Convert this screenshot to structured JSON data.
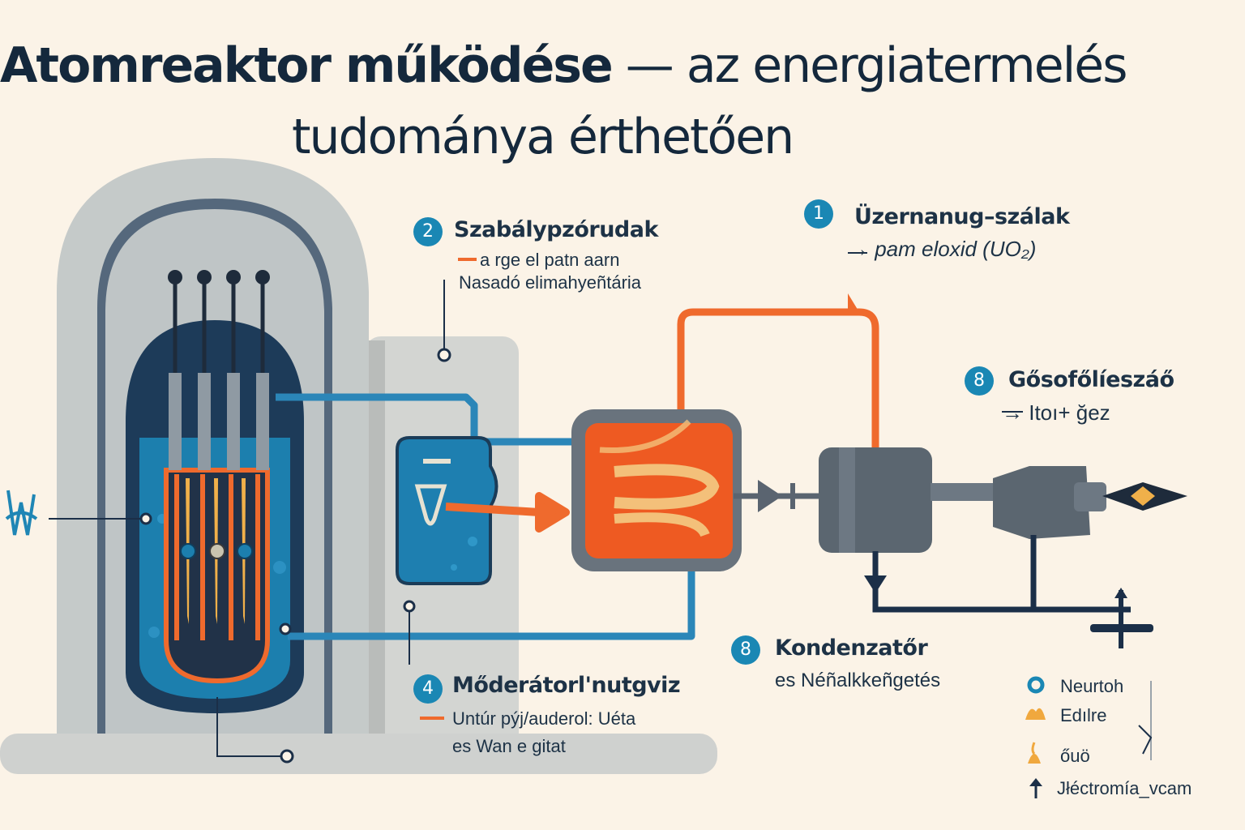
{
  "title": {
    "line1_bold": "Atomreaktor működése",
    "line1_rest": " — az energiatermelés",
    "line2": "tudománya érthetően"
  },
  "labels": {
    "fuel": {
      "number": "1",
      "heading": "Üzernanug–szálak",
      "sub": "→ pam eloxid (UO₂)"
    },
    "control_rods": {
      "number": "2",
      "heading": "Szabálypzórudak",
      "sub1": "a rge el patn aarn",
      "sub2": "Nasadó elimahyeñtária"
    },
    "moderator": {
      "number": "4",
      "heading": "Mőderátorl'nutgviz",
      "sub1": "Untúr pýj/auderol: Uéta",
      "sub2": "es Wan e gitat"
    },
    "steam_generator": {
      "number": "8",
      "heading": "Gősofőlíeszáő",
      "sub": "→ Itoı+ ğez"
    },
    "condenser": {
      "number": "8",
      "heading": "Kondenzatőr",
      "sub": "es Néñalkkeñgetés"
    }
  },
  "legend": {
    "items": [
      {
        "label": "Neurtoh",
        "icon": "neutron-ring-icon"
      },
      {
        "label": "Edılre",
        "icon": "flame-icon"
      },
      {
        "label": "őuö",
        "icon": "drop-icon"
      },
      {
        "label": "Jłéctromía_vcam",
        "icon": "arrow-up-icon"
      }
    ]
  },
  "colors": {
    "background": "#fbf3e7",
    "accent_blue": "#1a87b4",
    "hot_orange": "#ef6a2d",
    "dark_navy": "#1b2f48",
    "grey": "#6c7680",
    "light_grey": "#c9cccb"
  }
}
